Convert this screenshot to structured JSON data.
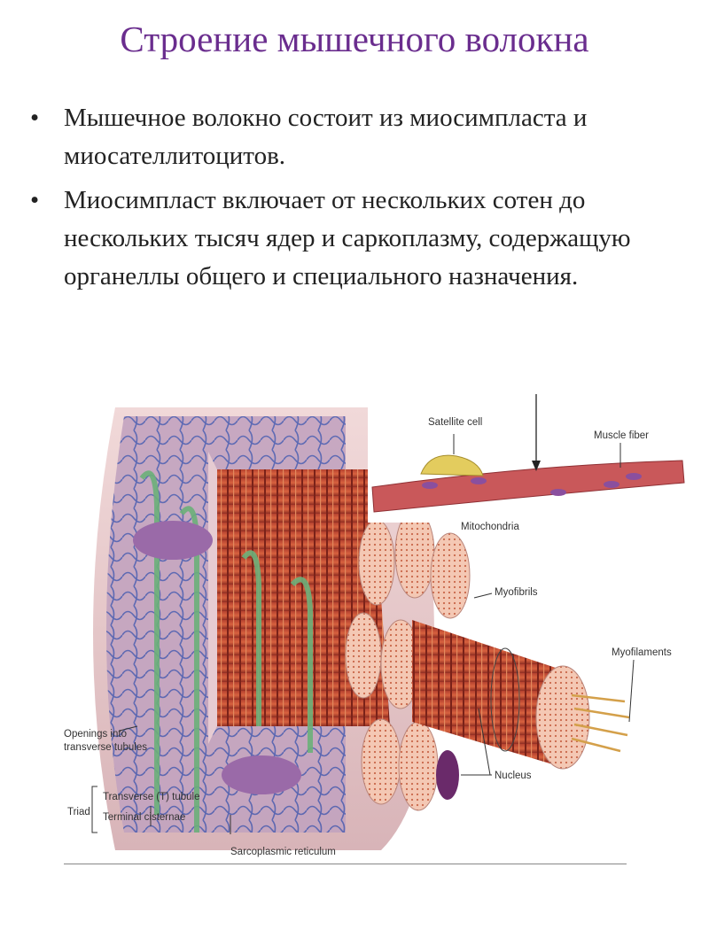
{
  "slide": {
    "title": "Строение мышечного волокна",
    "bullets": [
      "Мышечное волокно состоит из миосимпласта и миосателлитоцитов.",
      "Миосимпласт включает от нескольких сотен до нескольких тысяч ядер и саркоплазму, содержащую органеллы общего и специального назначения."
    ]
  },
  "figure": {
    "labels": {
      "satellite_cell": "Satellite cell",
      "muscle_fiber": "Muscle fiber",
      "mitochondria": "Mitochondria",
      "myofibrils": "Myofibrils",
      "myofilaments": "Myofilaments",
      "nucleus": "Nucleus",
      "openings_line1": "Openings into",
      "openings_line2": "transverse tubules",
      "triad": "Triad",
      "t_tubule": "Transverse (T) tubule",
      "terminal_cisternae": "Terminal cisternae",
      "sarcoplasmic_reticulum": "Sarcoplasmic reticulum"
    }
  },
  "colors": {
    "title": "#6a2d8e",
    "fiber": "#c0483a",
    "fiber_light": "#e8a58a",
    "reticulum": "#5a66b0",
    "satellite": "#d9c25a"
  }
}
